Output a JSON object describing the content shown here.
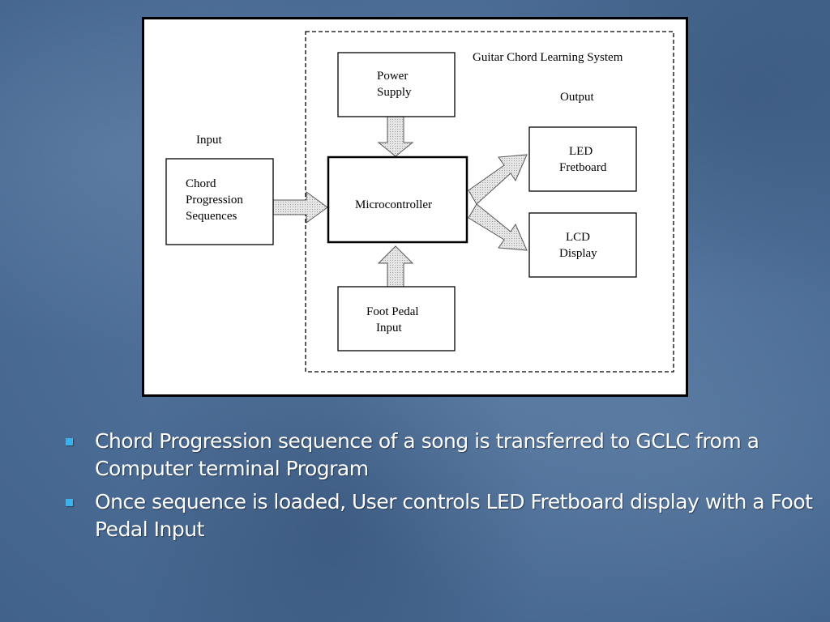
{
  "diagram": {
    "system_label": "Guitar Chord Learning System",
    "input_label": "Input",
    "output_label": "Output",
    "blocks": {
      "chord": [
        "Chord",
        "Progression",
        "Sequences"
      ],
      "power": [
        "Power",
        "Supply"
      ],
      "micro": [
        "Microcontroller"
      ],
      "led": [
        "LED",
        "Fretboard"
      ],
      "lcd": [
        "LCD",
        "Display"
      ],
      "pedal": [
        "Foot Pedal",
        "Input"
      ]
    }
  },
  "bullets": [
    "Chord Progression sequence of a song is transferred to GCLC from a Computer terminal Program",
    "Once sequence is loaded, User controls LED Fretboard display with a Foot Pedal Input"
  ],
  "colors": {
    "background": "#4e6f98",
    "bullet_marker": "#37b3ee",
    "arrow_fill": "#d8d8d8"
  }
}
